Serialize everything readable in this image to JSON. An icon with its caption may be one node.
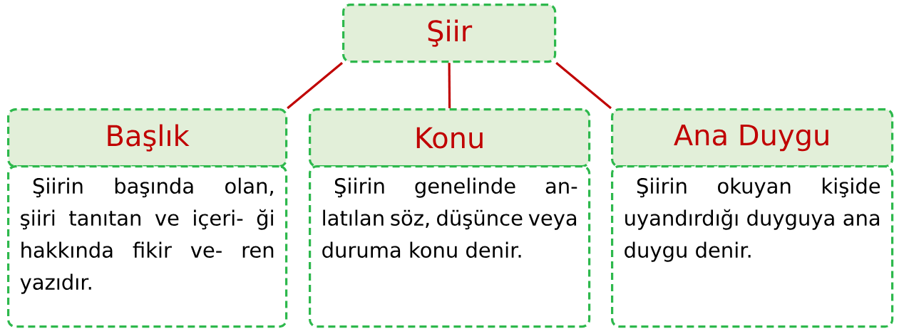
{
  "diagram": {
    "nodes": [
      {
        "text": [
          "Şiir"
        ]
      },
      {
        "text": [
          "Başlık"
        ]
      },
      {
        "text": [
          "Şiirin başında olan, şiiri tanıtan ve içeri- ği hakkında fikir ve- ren yazıdır."
        ]
      },
      {
        "text": [
          "Konu"
        ]
      },
      {
        "text": [
          "Şiirin genelinde an- latılan söz, düşünce veya duruma konu denir."
        ]
      },
      {
        "text": [
          "Ana Duygu"
        ]
      },
      {
        "text": [
          "Şiirin okuyan kişide uyandırdığı duyguya ana duygu denir."
        ]
      }
    ],
    "edges": [
      {
        "from": 0,
        "to": 1,
        "arrow": "none"
      },
      {
        "from": 0,
        "to": 3,
        "arrow": "none"
      },
      {
        "from": 0,
        "to": 5,
        "arrow": "none"
      }
    ]
  }
}
